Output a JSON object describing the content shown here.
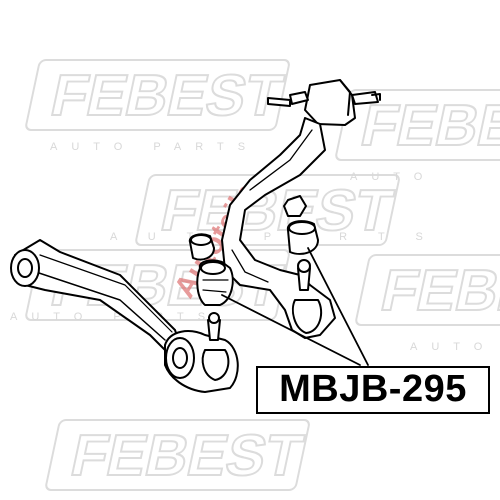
{
  "part_number": "MBJB-295",
  "watermarks": {
    "brand": "FEBEST",
    "tagline": "AUTO PARTS",
    "overlay": "Autoteile",
    "brand_color": "#e2e2e2",
    "overlay_color": "#d94a4a"
  },
  "colors": {
    "line": "#000000",
    "background": "#ffffff"
  }
}
